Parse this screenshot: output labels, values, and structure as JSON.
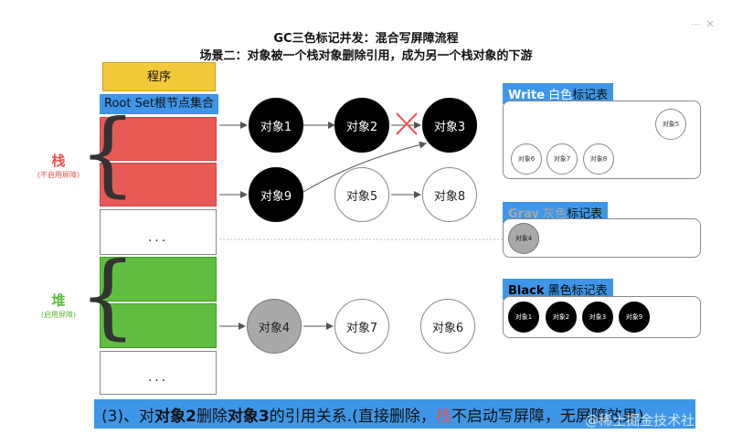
{
  "title": "GC三色标记并发：混合写屏障流程",
  "subtitle": "场景二：对象被一个栈对象删除引用，成为另一个栈对象的下游",
  "program_label": "程序",
  "root_set_label": "Root Set根节点集合",
  "stack": {
    "label": "栈",
    "note": "(不启用屏障)"
  },
  "heap": {
    "label": "堆",
    "note": "(启用屏障)"
  },
  "ellipsis": "...",
  "nodes": {
    "obj1": "对象1",
    "obj2": "对象2",
    "obj3": "对象3",
    "obj9": "对象9",
    "obj5": "对象5",
    "obj8": "对象8",
    "obj4": "对象4",
    "obj7": "对象7",
    "obj6": "对象6"
  },
  "white_table": {
    "title_en": "Write",
    "title_cn_a": " 白色",
    "title_cn_b": "标记表",
    "items": [
      "对象5",
      "对象6",
      "对象7",
      "对象8"
    ]
  },
  "gray_table": {
    "title_en": "Gray",
    "title_cn_a": " 灰色",
    "title_cn_b": "标记表",
    "items": [
      "对象4"
    ]
  },
  "black_table": {
    "title_en": "Black",
    "title_cn_a": " 黑色",
    "title_cn_b": "标记表",
    "items": [
      "对象1",
      "对象2",
      "对象3",
      "对象9"
    ]
  },
  "caption": {
    "p1": "(3)、对",
    "p2": "对象2",
    "p3": "删除",
    "p4": "对象3",
    "p5": "的引用关系.(直接删除，",
    "p6": "栈",
    "p7": "不启动写屏障，无屏障效果)"
  },
  "watermark": "@稀土掘金技术社区",
  "colors": {
    "program_yellow": "#f2c93a",
    "root_blue": "#3d96e8",
    "stack_red": "#e85a56",
    "heap_green": "#61bd3f",
    "stack_label_red": "#e8534d",
    "heap_label_green": "#5cb83a",
    "delete_cross": "#e8534d"
  }
}
